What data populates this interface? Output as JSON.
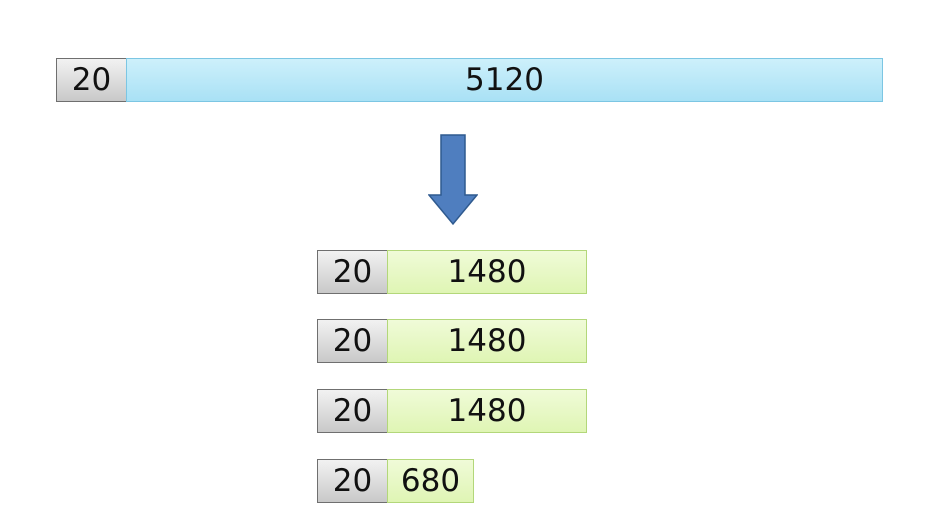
{
  "original": {
    "header": "20",
    "payload": "5120"
  },
  "fragments": [
    {
      "header": "20",
      "payload": "1480"
    },
    {
      "header": "20",
      "payload": "1480"
    },
    {
      "header": "20",
      "payload": "1480"
    },
    {
      "header": "20",
      "payload": "680"
    }
  ],
  "colors": {
    "header_fill": "#d9d9d9",
    "original_fill": "#bfeaf8",
    "fragment_fill": "#e6f7c2",
    "arrow_fill": "#4f7ebf",
    "arrow_stroke": "#2f5a8f"
  },
  "icons": {
    "arrow": "arrow-down-icon"
  }
}
